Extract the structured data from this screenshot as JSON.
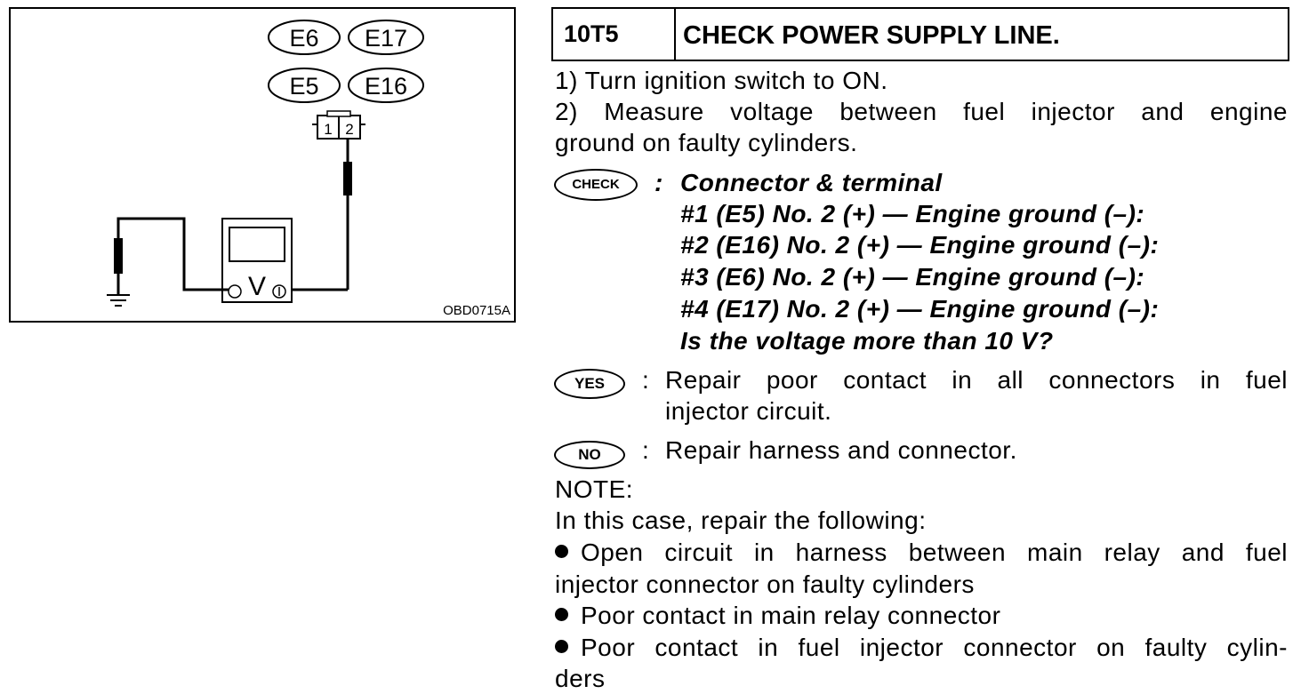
{
  "diagram": {
    "connectors": [
      "E6",
      "E17",
      "E5",
      "E16"
    ],
    "pins": [
      "1",
      "2"
    ],
    "meter_symbol": "V",
    "code": "OBD0715A"
  },
  "step": {
    "code": "10T5",
    "title": "CHECK POWER SUPPLY LINE."
  },
  "instructions": [
    "1) Turn ignition switch to ON.",
    "2) Measure voltage between fuel injector and engine",
    "ground on faulty cylinders."
  ],
  "check": {
    "badge": "CHECK",
    "colon": ":",
    "lines": [
      "Connector & terminal",
      "#1 (E5) No. 2 (+) — Engine ground (–):",
      "#2 (E16) No. 2 (+) — Engine ground (–):",
      "#3 (E6) No. 2 (+) — Engine ground (–):",
      "#4 (E17) No. 2 (+) — Engine ground (–):",
      "Is the voltage more than 10 V?"
    ]
  },
  "yes": {
    "badge": "YES",
    "colon": ":",
    "line1": "Repair poor contact in all connectors in fuel",
    "line2": "injector circuit."
  },
  "no": {
    "badge": "NO",
    "colon": ":",
    "text": "Repair harness and connector."
  },
  "note": {
    "heading": "NOTE:",
    "intro": "In this case, repair the following:",
    "bullets": [
      {
        "line1": "Open circuit in harness between main relay and fuel",
        "line2": "injector connector on faulty cylinders"
      },
      {
        "line1": "Poor contact in main relay connector"
      },
      {
        "line1": "Poor contact in fuel injector connector on faulty cylin-",
        "line2": "ders"
      }
    ]
  }
}
